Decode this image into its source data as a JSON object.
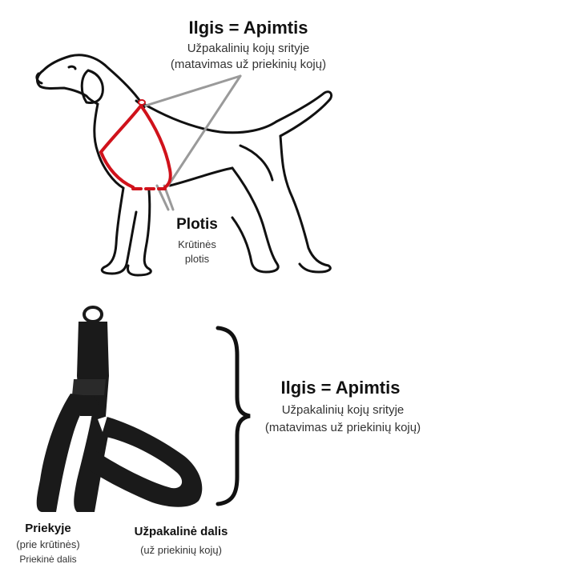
{
  "top": {
    "length_title": "Ilgis = Apimtis",
    "length_line1": "Užpakalinių kojų srityje",
    "length_line2": "(matavimas už priekinių kojų)",
    "width_title": "Plotis",
    "width_line1": "Krūtinės",
    "width_line2": "plotis"
  },
  "bottom": {
    "length_title": "Ilgis = Apimtis",
    "length_line1": "Užpakalinių kojų srityje",
    "length_line2": "(matavimas už priekinių kojų)",
    "front_title": "Priekyje",
    "front_line1": "(prie krūtinės)",
    "front_line2": "Priekinė dalis",
    "back_title": "Užpakalinė dalis",
    "back_line1": "(už priekinių kojų)"
  },
  "colors": {
    "outline": "#111111",
    "measure_red": "#d0121b",
    "pointer_gray": "#9a9a9a",
    "strap": "#1a1a1a"
  },
  "icons": [
    "dog-outline-icon",
    "harness-icon",
    "curly-brace-icon"
  ]
}
